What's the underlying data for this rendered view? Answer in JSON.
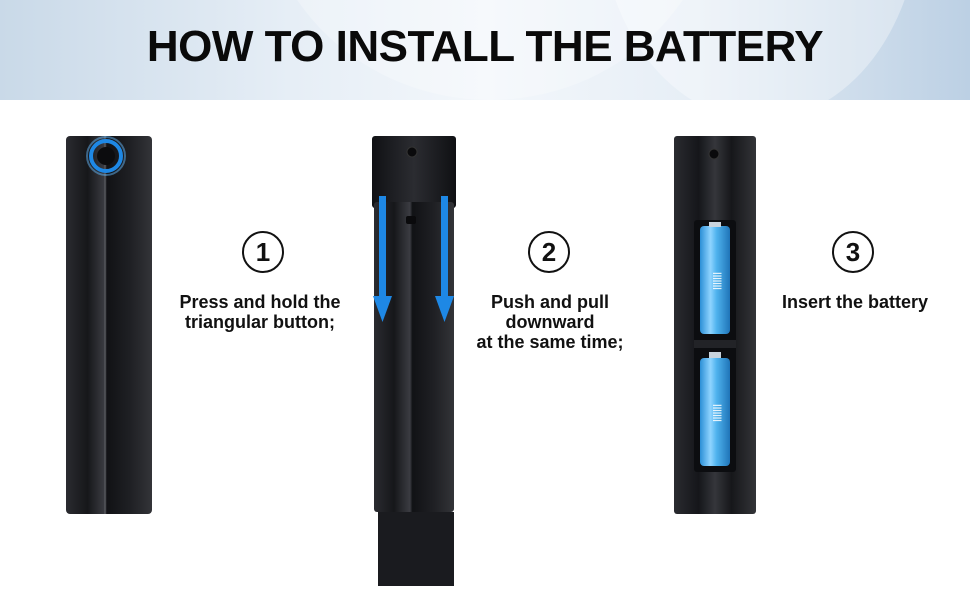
{
  "title": "HOW TO INSTALL THE BATTERY",
  "steps": [
    {
      "number": "1",
      "lines": [
        "Press and hold the",
        "triangular button;"
      ]
    },
    {
      "number": "2",
      "lines": [
        "Push and pull",
        "downward",
        "at the same time;"
      ]
    },
    {
      "number": "3",
      "lines": [
        "Insert the battery"
      ]
    }
  ],
  "colors": {
    "accent": "#1e88e5",
    "device": "#1c1d21",
    "battery": "#4fb3ee"
  }
}
